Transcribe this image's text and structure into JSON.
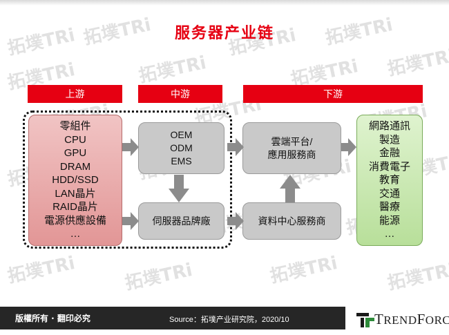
{
  "title": "服务器产业链",
  "stages": {
    "upstream": "上游",
    "midstream": "中游",
    "downstream": "下游"
  },
  "boxes": {
    "components": [
      "零組件",
      "CPU",
      "GPU",
      "DRAM",
      "HDD/SSD",
      "LAN晶片",
      "RAID晶片",
      "電源供應設備",
      "…"
    ],
    "manufacturers": [
      "OEM",
      "ODM",
      "EMS"
    ],
    "server_brand": "伺服器品牌廠",
    "cloud_platform": [
      "雲端平台/",
      "應用服務商"
    ],
    "datacenter": "資料中心服務商",
    "applications": [
      "網路通訊",
      "製造",
      "金融",
      "消費電子",
      "教育",
      "交通",
      "醫療",
      "能源",
      "…"
    ]
  },
  "footer": {
    "copyright": "版權所有 · 翻印必究",
    "source": "Source：拓墣产业研究院，2020/10",
    "logo_mark": "T",
    "logo_text": "TrendForce"
  },
  "watermark_text": "拓墣TRi",
  "colors": {
    "accent_red": "#e60012",
    "box_gray": "#c9c9c9",
    "box_pink": "#e8a9a9",
    "box_green": "#c8e8ae",
    "footer_dark": "#262626"
  }
}
